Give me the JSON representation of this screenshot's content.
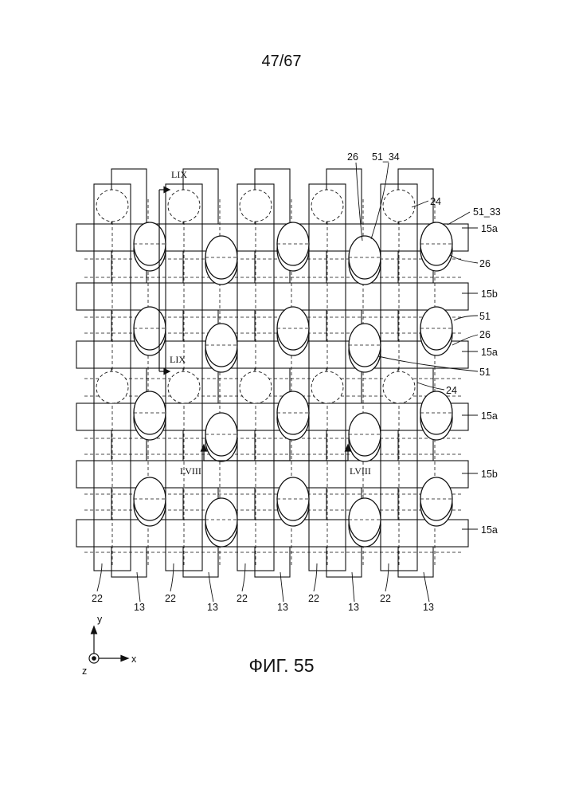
{
  "page_number": "47/67",
  "figure_caption": "ФИГ. 55",
  "reference_labels": {
    "r26_top": "26",
    "r51_34": "51_34",
    "r24_top": "24",
    "r51_33": "51_33",
    "r15a_1": "15a",
    "r26_right1": "26",
    "r15b_1": "15b",
    "r51_a": "51",
    "r26_right2": "26",
    "r15a_2": "15a",
    "r51_b": "51",
    "r24_mid": "24",
    "r15a_3": "15a",
    "r15b_2": "15b",
    "r15a_4": "15a",
    "r22_1": "22",
    "r13_1": "13",
    "r22_2": "22",
    "r13_2": "13",
    "r22_3": "22",
    "r13_3": "13",
    "r22_4": "22",
    "r13_4": "13",
    "r22_5": "22",
    "r13_5": "13"
  },
  "section_labels": {
    "lix_top": "LIX",
    "lix_bottom": "LIX",
    "lviii_left": "LVIII",
    "lviii_right": "LVIII"
  },
  "axes": {
    "y": "y",
    "x": "x",
    "z": "z"
  },
  "colors": {
    "ink": "#111111",
    "paper": "#ffffff"
  }
}
